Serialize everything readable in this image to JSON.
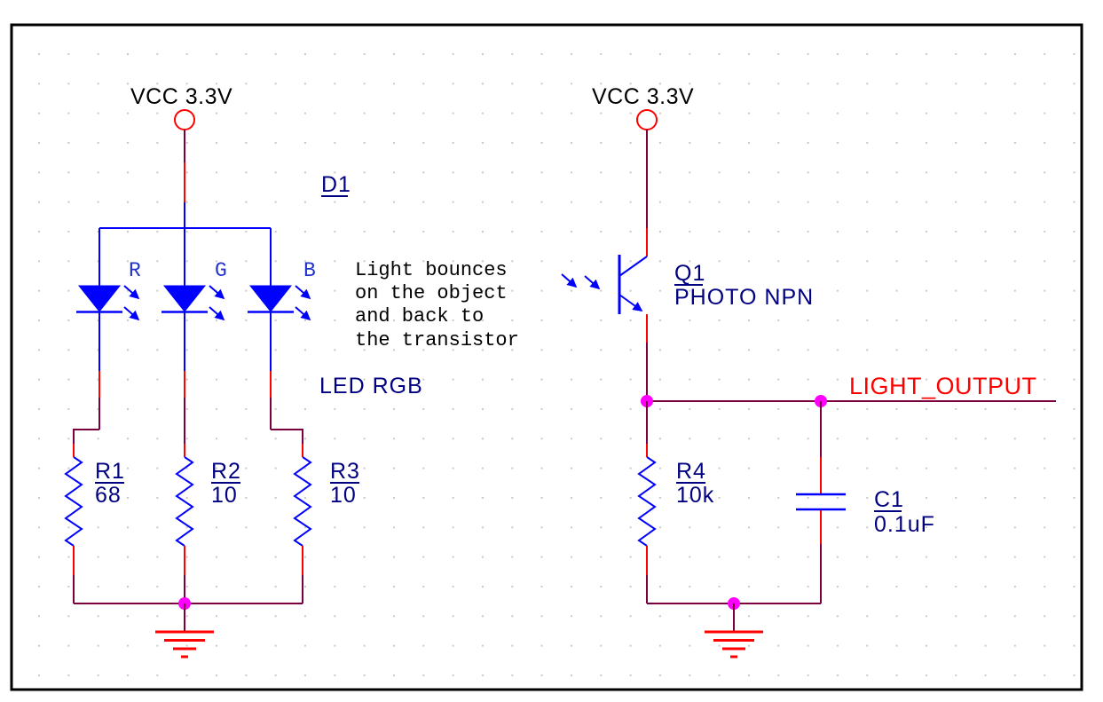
{
  "colors": {
    "wire-red": "#ff0000",
    "wire-maroon": "#7a0040",
    "component-blue": "#0000ff",
    "label-navy": "#000080",
    "junction-magenta": "#ff00ff",
    "net-red": "#ff0000",
    "text-black": "#000000",
    "channel-blue": "#2233cc",
    "grid-dot": "#c9c9c9",
    "sheet-border": "#000000"
  },
  "power": {
    "left": "VCC 3.3V",
    "right": "VCC 3.3V"
  },
  "led": {
    "ref": "D1",
    "value": "LED RGB",
    "channels": [
      "R",
      "G",
      "B"
    ]
  },
  "resistors": {
    "r1": {
      "ref": "R1",
      "value": "68"
    },
    "r2": {
      "ref": "R2",
      "value": "10"
    },
    "r3": {
      "ref": "R3",
      "value": "10"
    },
    "r4": {
      "ref": "R4",
      "value": "10k"
    }
  },
  "transistor": {
    "ref": "Q1",
    "value": "PHOTO NPN"
  },
  "capacitor": {
    "ref": "C1",
    "value": "0.1uF"
  },
  "nets": {
    "light_output": "LIGHT_OUTPUT"
  },
  "annotation": {
    "line1": "Light bounces",
    "line2": "on the object",
    "line3": "and back to",
    "line4": "the transistor"
  }
}
